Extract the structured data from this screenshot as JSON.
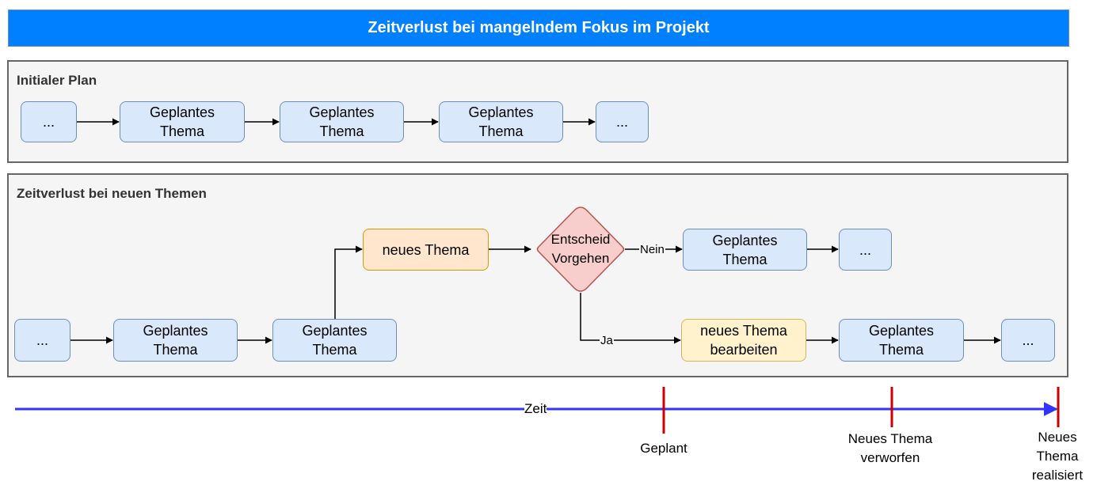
{
  "title": "Zeitverlust bei mangelndem Fokus im Projekt",
  "initial_plan": {
    "title": "Initialer Plan",
    "nodes": [
      "...",
      "Geplantes\nThema",
      "Geplantes\nThema",
      "Geplantes\nThema",
      "..."
    ]
  },
  "loss": {
    "title": "Zeitverlust bei neuen Themen",
    "start_nodes": [
      "...",
      "Geplantes\nThema",
      "Geplantes\nThema"
    ],
    "new_topic": "neues Thema",
    "decision": "Entscheid\nVorgehen",
    "no_label": "Nein",
    "yes_label": "Ja",
    "no_branch": [
      "Geplantes\nThema",
      "..."
    ],
    "yes_branch": [
      "neues Thema\nbearbeiten",
      "Geplantes\nThema",
      "..."
    ]
  },
  "timeline": {
    "label": "Zeit",
    "markers": [
      "Geplant",
      "Neues Thema\nverworfen",
      "Neues Thema\nrealisiert"
    ]
  },
  "colors": {
    "banner": "#0080ff",
    "planned": "#dae8fc",
    "new_topic": "#ffe6cc",
    "new_topic_work": "#fff2cc",
    "decision": "#f8cecc",
    "timeline": "#3333ff",
    "marker": "#cc0000"
  }
}
